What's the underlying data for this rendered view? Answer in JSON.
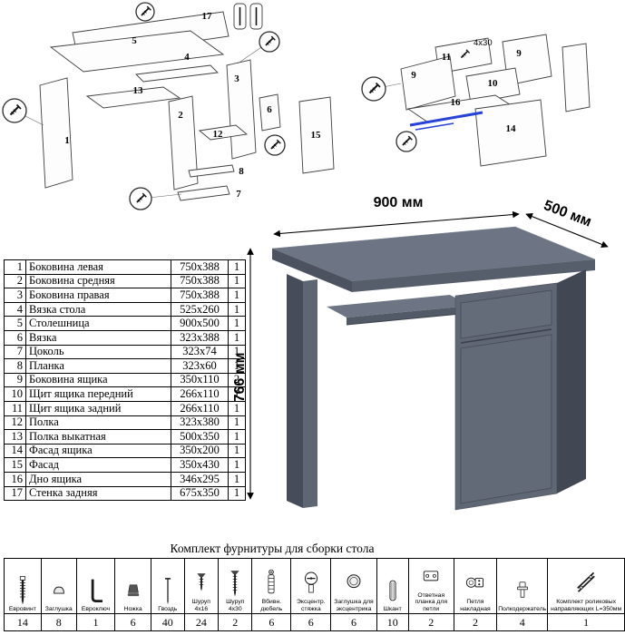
{
  "parts_table": {
    "rows": [
      {
        "num": "1",
        "name": "Боковина левая",
        "size": "750x388",
        "qty": "1"
      },
      {
        "num": "2",
        "name": "Боковина средняя",
        "size": "750x388",
        "qty": "1"
      },
      {
        "num": "3",
        "name": "Боковина правая",
        "size": "750x388",
        "qty": "1"
      },
      {
        "num": "4",
        "name": "Вязка стола",
        "size": "525x260",
        "qty": "1"
      },
      {
        "num": "5",
        "name": "Столешница",
        "size": "900x500",
        "qty": "1"
      },
      {
        "num": "6",
        "name": "Вязка",
        "size": "323x388",
        "qty": "1"
      },
      {
        "num": "7",
        "name": "Цоколь",
        "size": "323x74",
        "qty": "1"
      },
      {
        "num": "8",
        "name": "Планка",
        "size": "323x60",
        "qty": "1"
      },
      {
        "num": "9",
        "name": "Боковина ящика",
        "size": "350x110",
        "qty": "2"
      },
      {
        "num": "10",
        "name": "Щит ящика передний",
        "size": "266x110",
        "qty": "1"
      },
      {
        "num": "11",
        "name": "Щит ящика задний",
        "size": "266x110",
        "qty": "1"
      },
      {
        "num": "12",
        "name": "Полка",
        "size": "323x380",
        "qty": "1"
      },
      {
        "num": "13",
        "name": "Полка выкатная",
        "size": "500x350",
        "qty": "1"
      },
      {
        "num": "14",
        "name": "Фасад ящика",
        "size": "350x200",
        "qty": "1"
      },
      {
        "num": "15",
        "name": "Фасад",
        "size": "350x430",
        "qty": "1"
      },
      {
        "num": "16",
        "name": "Дно ящика",
        "size": "346x295",
        "qty": "1"
      },
      {
        "num": "17",
        "name": "Стенка задняя",
        "size": "675x350",
        "qty": "1"
      }
    ]
  },
  "desk": {
    "width_label": "900 мм",
    "depth_label": "500 мм",
    "height_label": "766 мм"
  },
  "exploded_main": {
    "callouts": {
      "c1": "1",
      "c2": "2",
      "c3": "3",
      "c4": "4",
      "c5": "5",
      "c6": "6",
      "c7": "7",
      "c8": "8",
      "c12": "12",
      "c13": "13",
      "c15": "15",
      "c17": "17"
    }
  },
  "exploded_drawer": {
    "callouts": {
      "c9a": "9",
      "c9b": "9",
      "c10": "10",
      "c11": "11",
      "c14": "14",
      "c16": "16"
    },
    "annotation": "4x30"
  },
  "hardware": {
    "title": "Комплект фурнитуры для сборки стола",
    "items": [
      {
        "label": "Евровинт",
        "qty": "14",
        "icon": "euroscrew-icon"
      },
      {
        "label": "Заглушка",
        "qty": "8",
        "icon": "cap-icon"
      },
      {
        "label": "Евроключ",
        "qty": "1",
        "icon": "hex-key-icon"
      },
      {
        "label": "Ножка",
        "qty": "6",
        "icon": "leg-icon"
      },
      {
        "label": "Гвоздь",
        "qty": "40",
        "icon": "nail-icon"
      },
      {
        "label": "Шуруп 4x16",
        "qty": "24",
        "icon": "screw-short-icon"
      },
      {
        "label": "Шуруп 4x30",
        "qty": "2",
        "icon": "screw-long-icon"
      },
      {
        "label": "Вбивн. дюбель",
        "qty": "6",
        "icon": "drive-dowel-icon"
      },
      {
        "label": "Эксцентр. стяжка",
        "qty": "6",
        "icon": "cam-lock-icon"
      },
      {
        "label": "Заглушка для эксцентрика",
        "qty": "6",
        "icon": "cam-cap-icon"
      },
      {
        "label": "Шкант",
        "qty": "10",
        "icon": "dowel-icon"
      },
      {
        "label": "Ответная планка для петли",
        "qty": "2",
        "icon": "hinge-plate-icon"
      },
      {
        "label": "Петля накладная",
        "qty": "2",
        "icon": "hinge-icon"
      },
      {
        "label": "Полкодержатель",
        "qty": "4",
        "icon": "shelf-pin-icon"
      },
      {
        "label": "Комплект роликовых направляющих L=350мм",
        "qty": "1",
        "icon": "roller-guide-icon"
      }
    ]
  }
}
